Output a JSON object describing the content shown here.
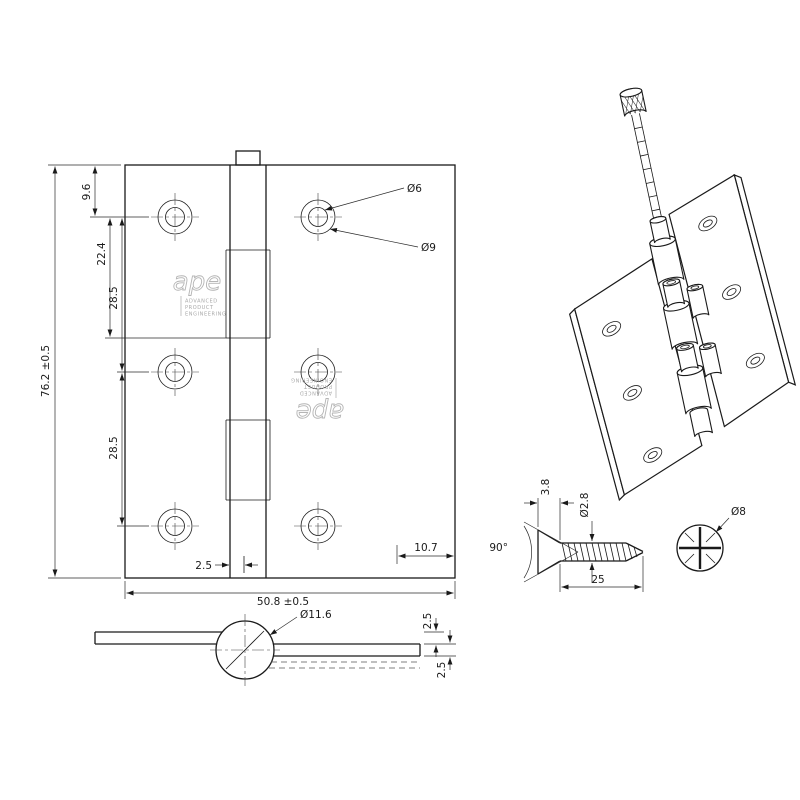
{
  "front": {
    "dim_height": "76.2 ±0.5",
    "dim_width": "50.8 ±0.5",
    "dim_top_offset": "9.6",
    "dim_upper_spacing": "22.4",
    "dim_hole_pitch_upper": "28.5",
    "dim_hole_pitch_lower": "28.5",
    "dim_knuckle_gap": "2.5",
    "dim_edge_offset": "10.7",
    "dim_hole_dia": "Ø6",
    "dim_countersink_dia": "Ø9"
  },
  "logo": {
    "brand": "ape",
    "line1": "ADVANCED",
    "line2": "PRODUCT",
    "line3": "ENGINEERING"
  },
  "side": {
    "dim_knuckle_dia": "Ø11.6",
    "dim_leaf_thickness_upper": "2.5",
    "dim_leaf_thickness_lower": "2.5"
  },
  "screw": {
    "dim_head_angle": "90°",
    "dim_head_height": "3.8",
    "dim_core_dia": "Ø2.8",
    "dim_length": "25",
    "dim_head_dia": "Ø8"
  },
  "colors": {
    "line": "#1a1a1a",
    "logo_gray": "#b5b5b5",
    "background": "#ffffff"
  }
}
